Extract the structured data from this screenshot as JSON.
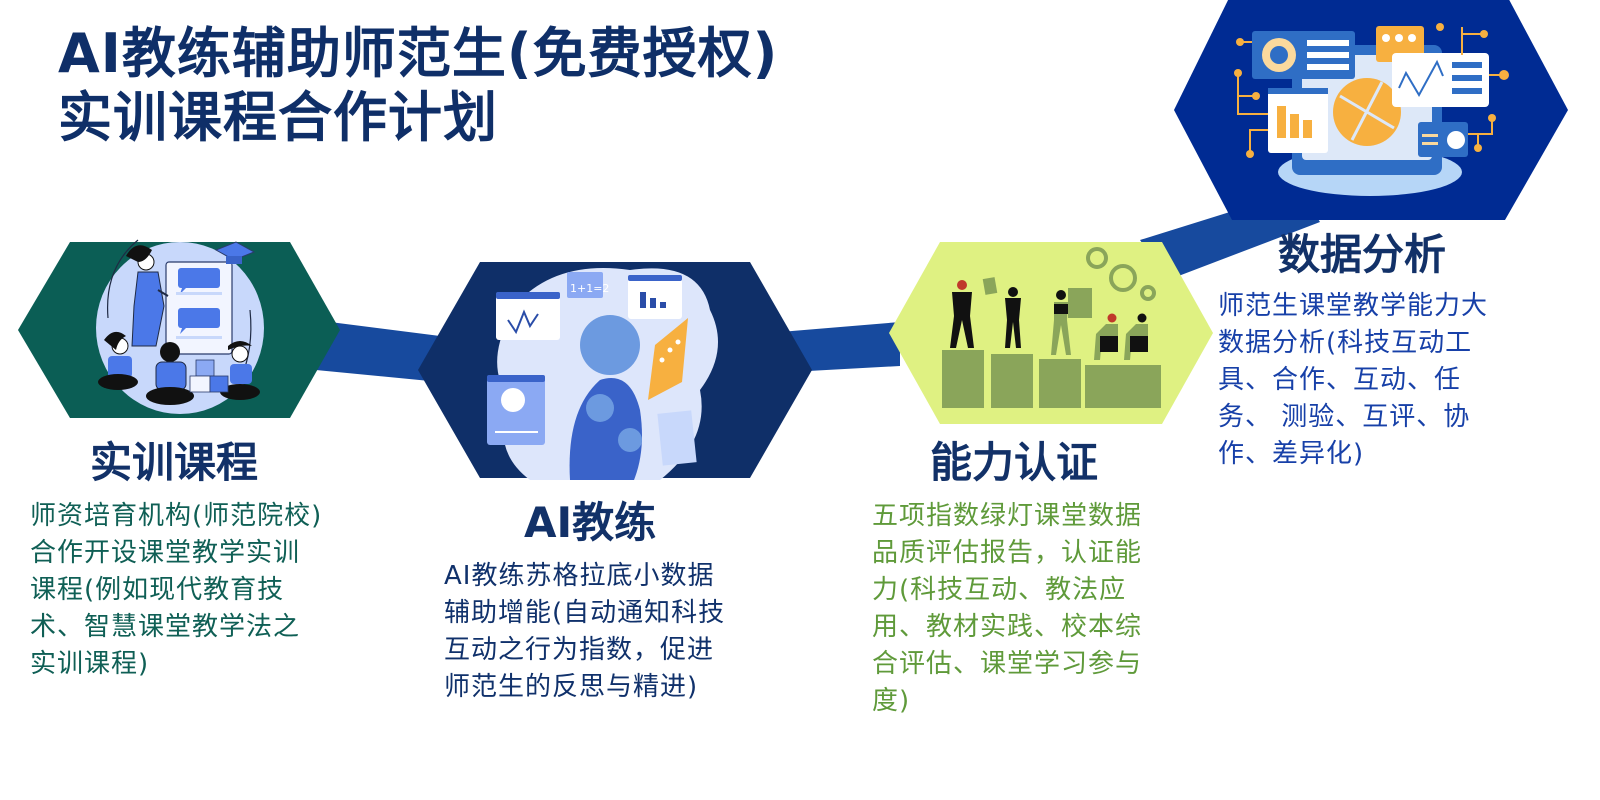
{
  "title": {
    "line1": "AI教练辅助师范生(免费授权)",
    "line2": "实训课程合作计划"
  },
  "colors": {
    "title": "#0f2f68",
    "connector": "#174a9e",
    "hex_training": "#0b5e55",
    "hex_ai_coach": "#0f2f68",
    "hex_certification": "#dff182",
    "hex_data_analysis": "#002b93",
    "accent_orange": "#f7b040",
    "accent_olive": "#8aa55a"
  },
  "stages": [
    {
      "id": "training",
      "title": "实训课程",
      "description_lines": [
        "师资培育机构(师范院校)",
        "合作开设课堂教学实训",
        "课程(例如现代教育技",
        "术、智慧课堂教学法之",
        "实训课程)"
      ],
      "illustration": "classroom-teaching-illustration"
    },
    {
      "id": "ai-coach",
      "title": "AI教练",
      "description_lines": [
        "AI教练苏格拉底小数据",
        "辅助增能(自动通知科技",
        "互动之行为指数，促进",
        "师范生的反思与精进)"
      ],
      "illustration": "ai-robot-illustration",
      "math_label": "1+1=2"
    },
    {
      "id": "certification",
      "title": "能力认证",
      "description_lines": [
        "五项指数绿灯课堂数据",
        "品质评估报告，认证能",
        "力(科技互动、教法应",
        "用、教材实践、校本综",
        "合评估、课堂学习参与",
        "度)"
      ],
      "illustration": "people-on-podiums-illustration"
    },
    {
      "id": "data-analysis",
      "title": "数据分析",
      "description_lines": [
        "师范生课堂教学能力大",
        "数据分析(科技互动工",
        "具、合作、互动、任",
        "务、 测验、互评、协",
        "作、差异化)"
      ],
      "illustration": "dashboard-analytics-illustration"
    }
  ]
}
